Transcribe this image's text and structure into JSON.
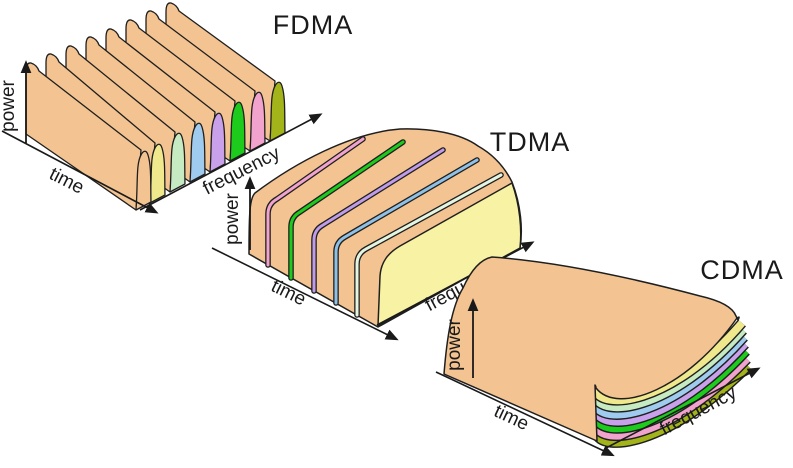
{
  "titles": {
    "fdma": "FDMA",
    "tdma": "TDMA",
    "cdma": "CDMA"
  },
  "axis_labels": {
    "power": "power",
    "time": "time",
    "frequency": "frequency"
  },
  "colors": {
    "outline": "#1f1f1f",
    "text": "#1a1a1a",
    "peach": "#F3C491",
    "yellow": "#EFE88D",
    "mint": "#C6EAC1",
    "blue": "#9FCBEE",
    "lilac": "#C9A0EA",
    "green": "#1CCB1C",
    "pink": "#F1A2CD",
    "olive": "#A3B41B",
    "tdma_front_face": "#F8F2A4"
  },
  "fdma": {
    "description": "frequency-division: 8 channel walls along frequency axis",
    "channel_colors": [
      "#F3C491",
      "#EFE88D",
      "#C6EAC1",
      "#9FCBEE",
      "#C9A0EA",
      "#1CCB1C",
      "#F1A2CD",
      "#A3B41B"
    ]
  },
  "tdma": {
    "description": "time-division: slab with 5 slot-boundary stripes across time",
    "slot_stripe_colors": [
      "#F1A2CD",
      "#1CCB1C",
      "#C09BE8",
      "#8FC0E6",
      "#E4F5E2"
    ],
    "front_face_color": "#F8F2A4"
  },
  "cdma": {
    "description": "code-division: 8 stacked layers sharing time and frequency",
    "layer_colors_top_to_bottom": [
      "#F3C491",
      "#EFE88D",
      "#C6EAC1",
      "#9FCBEE",
      "#C9A0EA",
      "#1CCB1C",
      "#F1A2CD",
      "#A3B41B"
    ]
  }
}
